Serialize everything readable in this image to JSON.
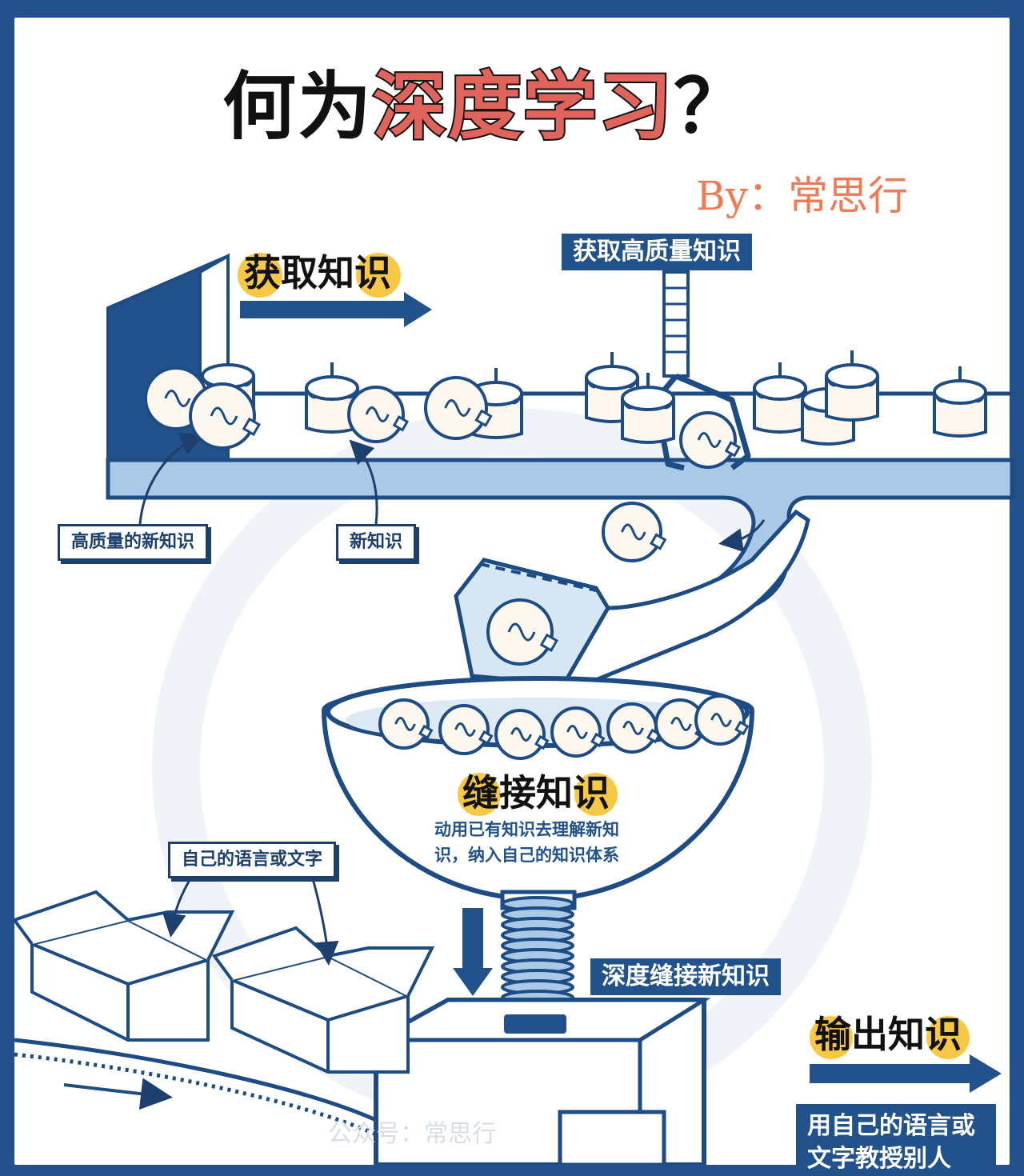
{
  "title": {
    "prefix": "何为",
    "highlight": "深度学习",
    "suffix": "？"
  },
  "byline": "By：常思行",
  "labels": {
    "acquire": "获取知识",
    "acquire_quality": "获取高质量知识",
    "stitch": "缝接知识",
    "stitch_desc_line1": "动用已有知识去理解新知",
    "stitch_desc_line2": "识，纳入自己的知识体系",
    "deep_stitch": "深度缝接新知识",
    "output": "输出知识",
    "output_desc": "用自己的语言或文字教授别人"
  },
  "callouts": {
    "high_quality_new": "高质量的新知识",
    "new_knowledge": "新知识",
    "own_words": "自己的语言或文字"
  },
  "watermark": "公众号：常思行",
  "colors": {
    "frame": "#234f8a",
    "line": "#1d4b84",
    "belt": "#a9c9e6",
    "highlight": "#e0645c",
    "badge": "#f7c843",
    "byline": "#f07a52"
  },
  "icons": [
    "lightbulb-icon",
    "cake-icon",
    "claw-icon",
    "arrow-right-icon",
    "arrow-down-icon",
    "box-icon",
    "funnel-icon"
  ]
}
